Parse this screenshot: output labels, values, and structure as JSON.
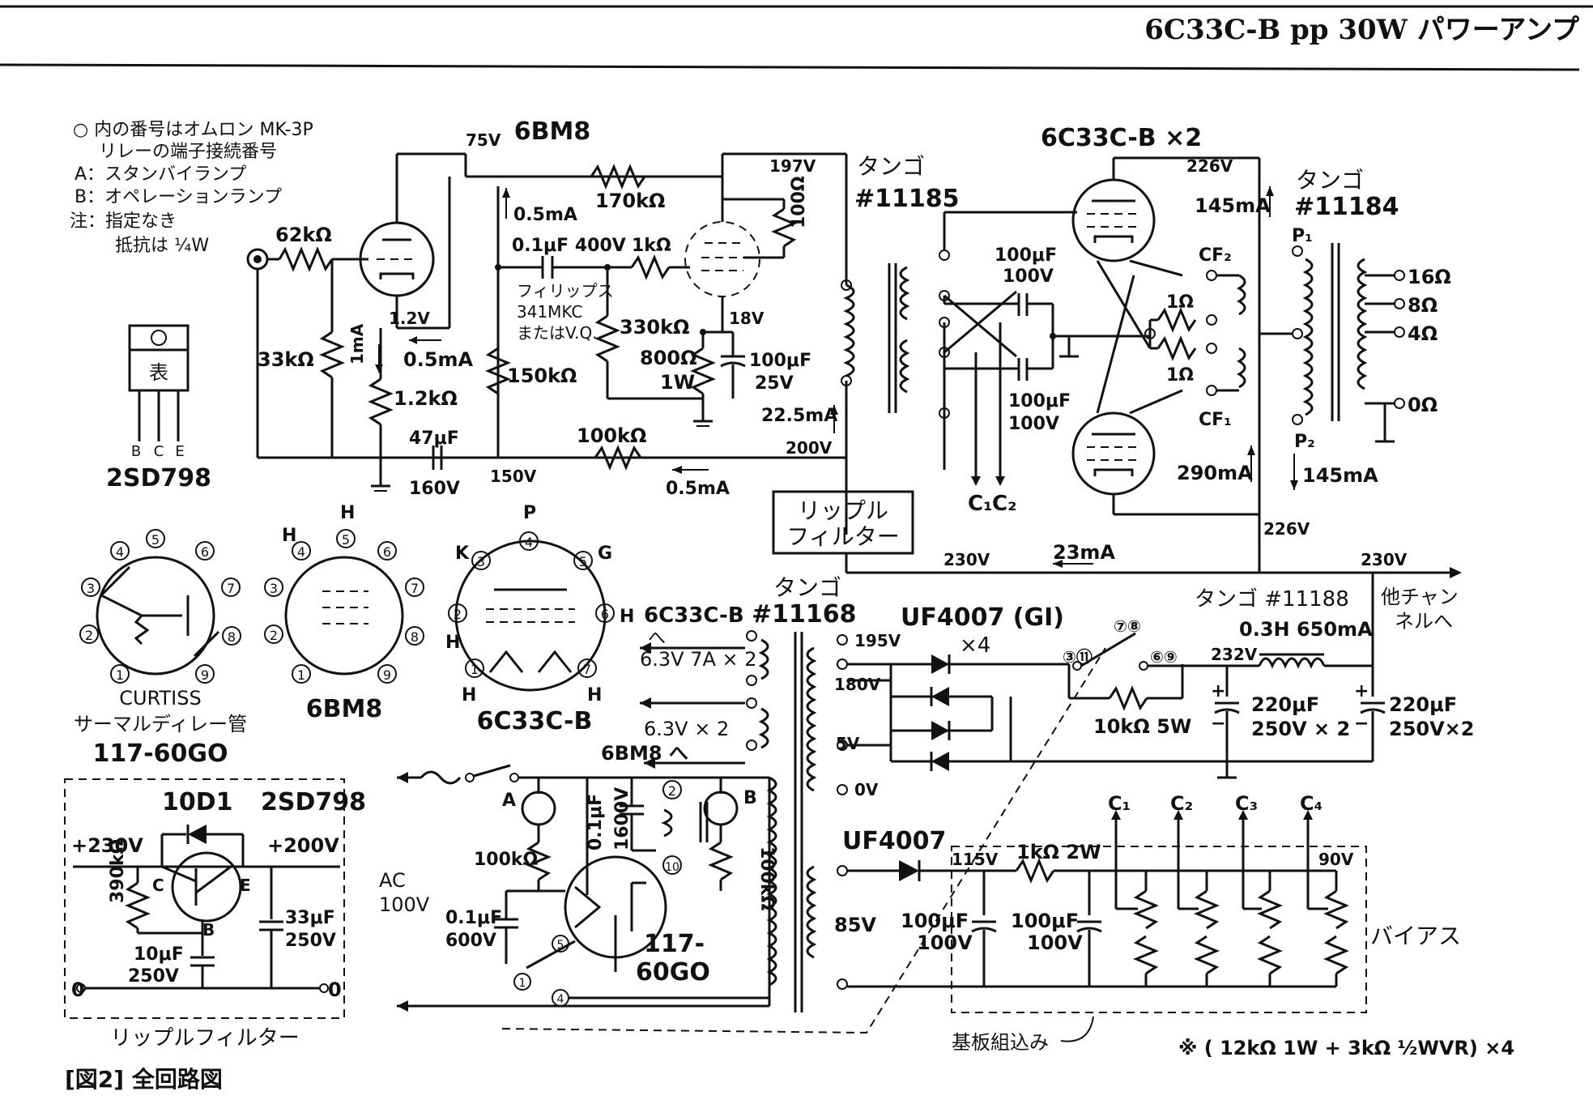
{
  "header": {
    "title": "6C33C-B pp 30W パワーアンプ"
  },
  "figure": {
    "caption": "[図2]  全回路図"
  },
  "notes": [
    "○ 内の番号はオムロン MK-3P",
    "リレーの端子接続番号",
    "A：スタンバイランプ",
    "B：オペレーションランプ",
    "注：指定なき",
    "抵抗は ¼W"
  ],
  "transistor": {
    "body_label": "表",
    "pins": [
      "B",
      "C",
      "E"
    ],
    "name": "2SD798"
  },
  "tubes": {
    "driver": "6BM8",
    "output": "6C33C-B ×2"
  },
  "transformers": {
    "interstage": [
      "タンゴ",
      "#11185"
    ],
    "output": [
      "タンゴ",
      "#11184"
    ],
    "power": [
      "タンゴ",
      "#11168"
    ],
    "choke": [
      "タンゴ #11188",
      "0.3H 650mA"
    ]
  },
  "amp": {
    "r_in": "62kΩ",
    "r_grid": "33kΩ",
    "r_k": "1.2kΩ",
    "r_plate": "170kΩ",
    "r_150k": "150kΩ",
    "r_330k": "330kΩ",
    "r_800": "800Ω",
    "r_800w": "1W",
    "r_1k": "1kΩ",
    "r_100": "100Ω",
    "r_100k": "100kΩ",
    "c_coupling": "0.1μF 400V",
    "c_note1": "フィリップス",
    "c_note2": "341MKC",
    "c_note3": "またはV.Q.",
    "c_47": "47μF",
    "c_47v": "160V",
    "c_100": "100μF",
    "c_100v": "25V",
    "i_05a": "0.5mA",
    "i_05b": "0.5mA",
    "i_05c": "0.5mA",
    "i_1": "1mA",
    "i_225": "22.5mA",
    "v_75": "75V",
    "v_197": "197V",
    "v_12": "1.2V",
    "v_18": "18V",
    "v_150": "150V",
    "v_200": "200V"
  },
  "output": {
    "v_226a": "226V",
    "i_145a": "145mA",
    "p1": "P₁",
    "p2": "P₂",
    "c_100a": "100μF",
    "c_100av": "100V",
    "c_100b": "100μF",
    "c_100bv": "100V",
    "r_1a": "1Ω",
    "r_1b": "1Ω",
    "cf2": "CF₂",
    "cf1": "CF₁",
    "c1": "C₁",
    "c2": "C₂",
    "tap16": "16Ω",
    "tap8": "8Ω",
    "tap4": "4Ω",
    "tap0": "0Ω",
    "i_290": "290mA",
    "i_145b": "145mA",
    "v_226b": "226V",
    "ripple_1": "リップル",
    "ripple_2": "フィルター",
    "v_230a": "230V",
    "i_23": "23mA",
    "v_230b": "230V",
    "other_1": "他チャン",
    "other_2": "ネルへ"
  },
  "pinouts": {
    "curtiss_1": "CURTISS",
    "curtiss_2": "サーマルディレー管",
    "curtiss_3": "117-60GO",
    "bm8": "6BM8",
    "c33": "6C33C-B",
    "pin_H": "H",
    "pin_K": "K",
    "pin_P": "P",
    "pin_G": "G"
  },
  "power": {
    "heater1": "6C33C-B",
    "heater1b": "へ",
    "heater1_v": "6.3V  7A × 2",
    "heater2_v": "6.3V × 2",
    "heater2": "6BM8 へ",
    "tap195": "195V",
    "tap180": "180V",
    "tap5": "5V",
    "tap0": "0V",
    "diode": "UF4007 (GI)",
    "diode_n": "×4",
    "relay_pins1": "⑦⑧",
    "relay_pins2": "③⑪",
    "relay_pins3": "⑥⑨",
    "r_10k": "10kΩ 5W",
    "v_232": "232V",
    "c_220a": "220μF",
    "c_220av": "250V × 2",
    "c_220b": "220μF",
    "c_220bv": "250V×2",
    "ac": "AC",
    "ac_v": "100V",
    "lamp_a": "A",
    "lamp_b": "B",
    "r_100k_a": "100kΩ",
    "r_100k_b": "100kΩ",
    "c_01a": "0.1μF",
    "c_01av": "1600V",
    "c_01b": "0.1μF",
    "c_01bv": "600V",
    "delay": "117-",
    "delay2": "60GO",
    "tap85": "85V",
    "diode2": "UF4007",
    "v_115": "115V",
    "r_1k2w": "1kΩ 2W",
    "v_90": "90V",
    "c_100c": "100μF",
    "c_100cv": "100V",
    "c_100d": "100μF",
    "c_100dv": "100V",
    "bias_c1": "C₁",
    "bias_c2": "C₂",
    "bias_c3": "C₃",
    "bias_c4": "C₄",
    "bias": "バイアス",
    "board": "基板組込み",
    "bias_note": "※ ( 12kΩ 1W + 3kΩ ½WVR) ×4"
  },
  "ripple_filter": {
    "diode": "10D1",
    "tr": "2SD798",
    "v_in": "+230V",
    "v_out": "+200V",
    "r_390": "390kΩ",
    "c_10": "10μF",
    "c_10v": "250V",
    "c_33": "33μF",
    "c_33v": "250V",
    "pin_c": "C",
    "pin_e": "E",
    "pin_b": "B",
    "zero_l": "0",
    "zero_r": "0",
    "title": "リップルフィルター"
  }
}
